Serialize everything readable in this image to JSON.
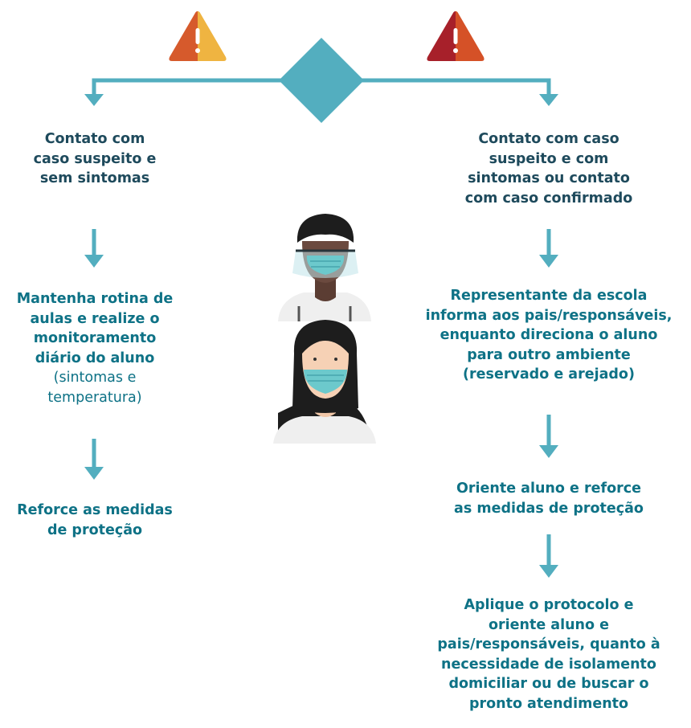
{
  "colors": {
    "connector": "#53aebf",
    "heading": "#1e4a5c",
    "step": "#0e7286"
  },
  "icons": {
    "left_warning": "warning-triangle-orange-icon",
    "right_warning": "warning-triangle-red-icon",
    "decision": "decision-diamond",
    "person_1": "person-with-mask-and-face-shield",
    "person_2": "person-with-mask"
  },
  "left_branch": {
    "condition": [
      "Contato com",
      "caso suspeito e",
      "sem sintomas"
    ],
    "step_1": [
      "Mantenha rotina de",
      "aulas e realize o",
      "monitoramento",
      "diário do aluno"
    ],
    "step_1_note": [
      "(sintomas e",
      "temperatura)"
    ],
    "step_2": [
      "Reforce as medidas",
      "de proteção"
    ]
  },
  "right_branch": {
    "condition": [
      "Contato com caso",
      "suspeito e com",
      "sintomas ou contato",
      "com caso confirmado"
    ],
    "step_1": [
      "Representante da escola",
      "informa aos pais/responsáveis,",
      "enquanto direciona o aluno",
      "para outro ambiente",
      "(reservado e arejado)"
    ],
    "step_2": [
      "Oriente aluno e reforce",
      "as medidas de proteção"
    ],
    "step_3": [
      "Aplique o protocolo e",
      "oriente aluno e",
      "pais/responsáveis, quanto à",
      "necessidade de isolamento",
      "domiciliar ou de buscar o",
      "pronto atendimento"
    ]
  }
}
